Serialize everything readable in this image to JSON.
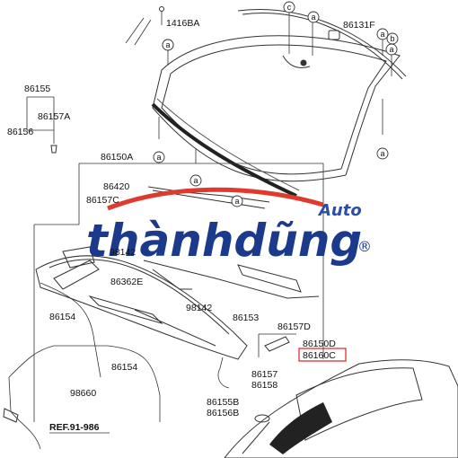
{
  "callouts": [
    {
      "id": "a1",
      "letter": "a"
    },
    {
      "id": "a2",
      "letter": "a"
    },
    {
      "id": "a3",
      "letter": "a"
    },
    {
      "id": "a4",
      "letter": "a"
    },
    {
      "id": "a5",
      "letter": "a"
    },
    {
      "id": "a6",
      "letter": "a"
    },
    {
      "id": "a7",
      "letter": "a"
    },
    {
      "id": "b1",
      "letter": "b"
    },
    {
      "id": "c1",
      "letter": "c"
    },
    {
      "id": "a8",
      "letter": "a"
    },
    {
      "id": "a9",
      "letter": "a"
    }
  ],
  "labels": {
    "p1416BA": "1416BA",
    "p86131F": "86131F",
    "p86155": "86155",
    "p86157A": "86157A",
    "p86156": "86156",
    "p86150A": "86150A",
    "p86420": "86420",
    "p86157C": "86157C",
    "p98142a": "98142",
    "p86362E": "86362E",
    "p98142b": "98142",
    "p86153": "86153",
    "p86157D": "86157D",
    "p86154a": "86154",
    "p86154b": "86154",
    "p86150D": "86150D",
    "p86160C": "86160C",
    "p86157": "86157",
    "p86158": "86158",
    "p98660": "98660",
    "p86155B": "86155B",
    "p86156B": "86156B",
    "ref": "REF.91-986"
  },
  "watermark": {
    "main": "thànhdũng",
    "sub": "Auto",
    "mark": "®",
    "colors": {
      "main": "#1c3a8c",
      "sub": "#2b4fa8",
      "swoosh": "#e03a2e"
    }
  },
  "colors": {
    "highlight": "#e02020",
    "line": "#333333"
  }
}
